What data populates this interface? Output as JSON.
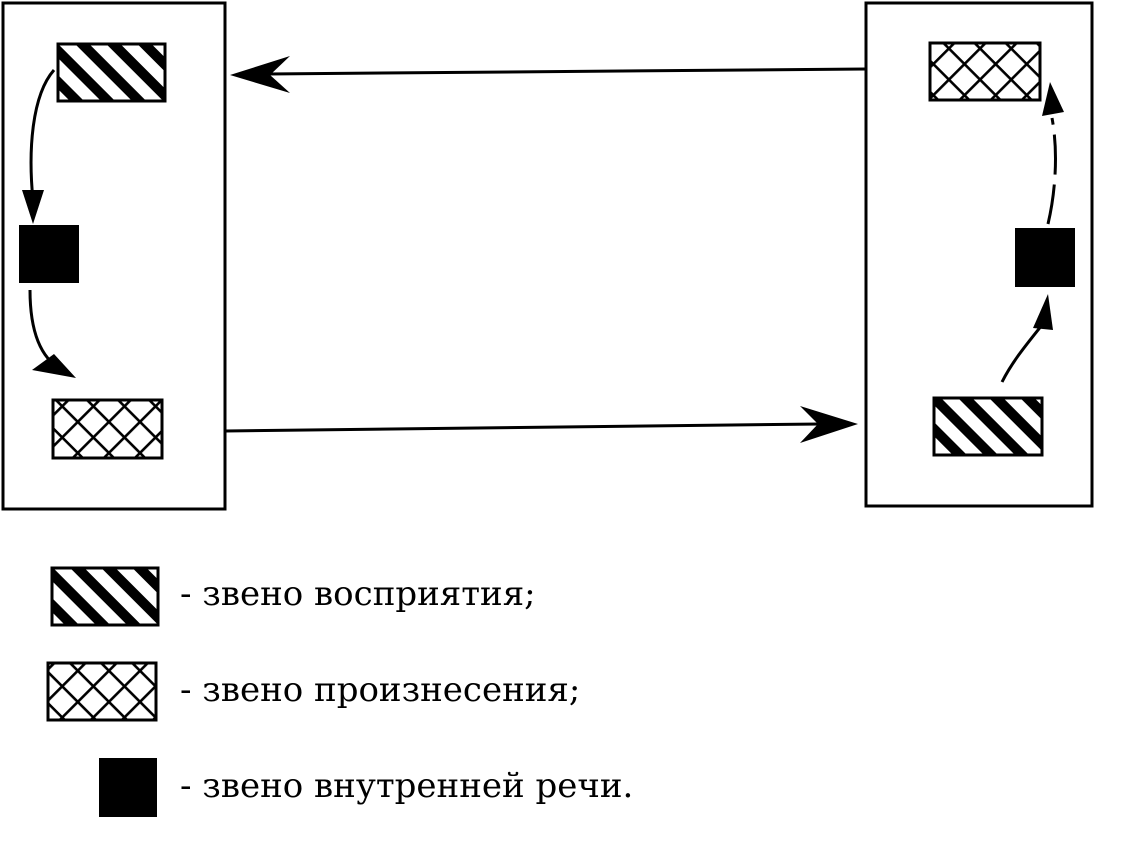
{
  "colors": {
    "ink": "#000000",
    "paper": "#ffffff"
  },
  "legend": {
    "perception": "- звено восприятия;",
    "production": "- звено произнесения;",
    "inner_speech": "- звено внутренней речи."
  }
}
